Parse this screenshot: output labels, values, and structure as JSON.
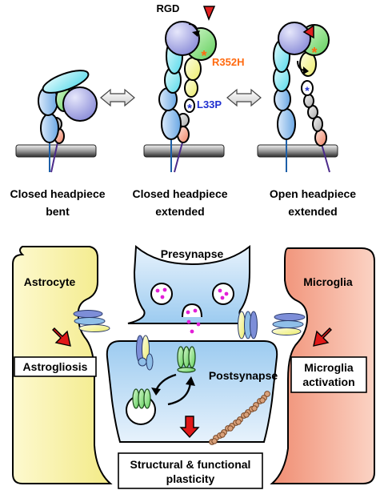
{
  "top": {
    "states": [
      {
        "line1": "Closed headpiece",
        "line2": "bent"
      },
      {
        "line1": "Closed headpiece",
        "line2": "extended"
      },
      {
        "line1": "Open headpiece",
        "line2": "extended"
      }
    ],
    "labels": {
      "rgd": "RGD",
      "r352h": "R352H",
      "l33p": "L33P"
    }
  },
  "bottom": {
    "presynapse": "Presynapse",
    "postsynapse": "Postsynapse",
    "astrocyte": "Astrocyte",
    "microglia": "Microglia",
    "astrogliosis": "Astrogliosis",
    "microglia_activation_line1": "Microglia",
    "microglia_activation_line2": "activation",
    "plasticity_line1": "Structural & functional",
    "plasticity_line2": "plasticity"
  },
  "colors": {
    "head_purple": "#9c9ee0",
    "green": "#8fe08a",
    "cyan": "#7fe6f0",
    "blue_leg": "#8fbfe8",
    "yellow": "#f4f49a",
    "salmon": "#f4a08a",
    "grey_domain": "#c8c8c8",
    "rgd_red": "#e02020",
    "mutation_orange": "#ff6a10",
    "mutation_blue": "#2030d0",
    "arrow_red": "#e01818",
    "astrocyte_fill": "#fbf4a0",
    "microglia_fill": "#f5a890",
    "synapse_fill": "#bcdcf5"
  }
}
